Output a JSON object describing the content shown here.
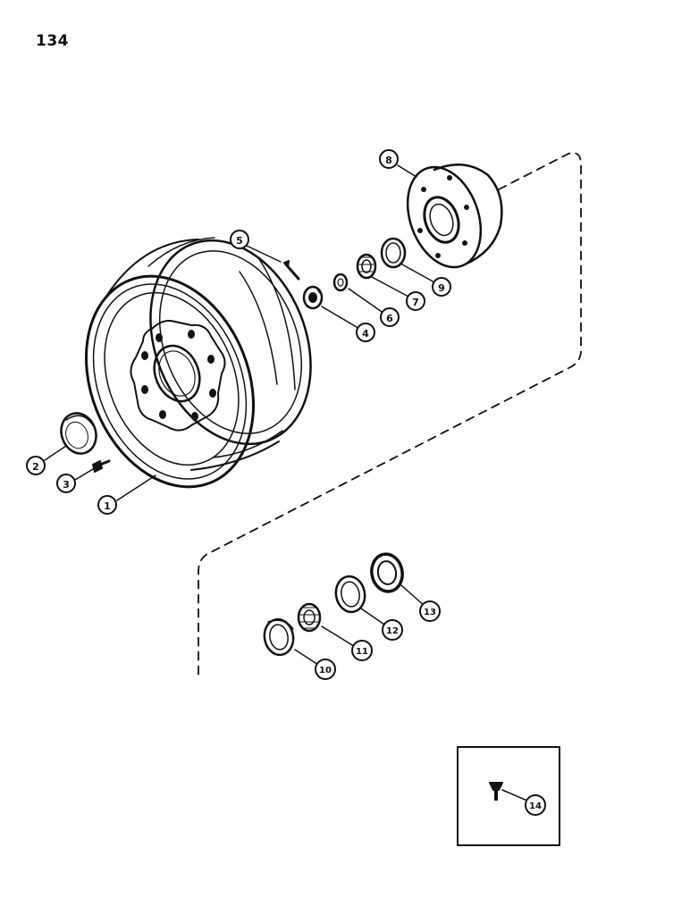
{
  "page_number": "134",
  "callouts": {
    "c1": "1",
    "c2": "2",
    "c3": "3",
    "c4": "4",
    "c5": "5",
    "c6": "6",
    "c7": "7",
    "c8": "8",
    "c9": "9",
    "c10": "10",
    "c11": "11",
    "c12": "12",
    "c13": "13",
    "c14": "14"
  },
  "colors": {
    "ink": "#111111",
    "paper": "#ffffff"
  }
}
